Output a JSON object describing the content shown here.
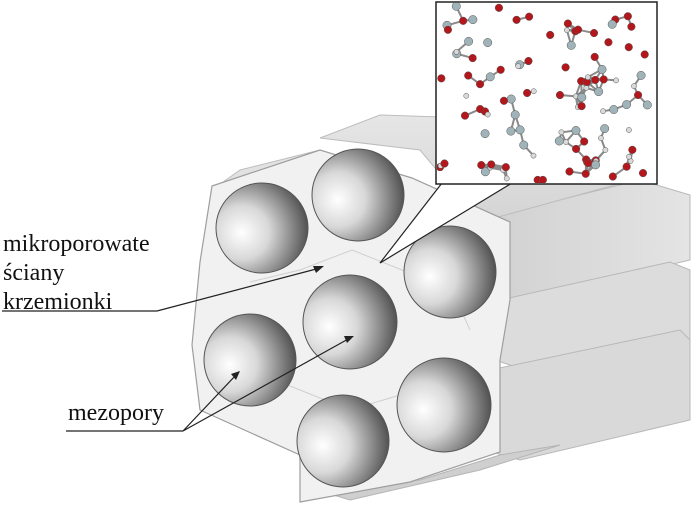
{
  "labels": {
    "walls_line1": "mikroporowate",
    "walls_line2": "ściany",
    "walls_line3": "krzemionki",
    "mesopores": "mezopory"
  }
}
